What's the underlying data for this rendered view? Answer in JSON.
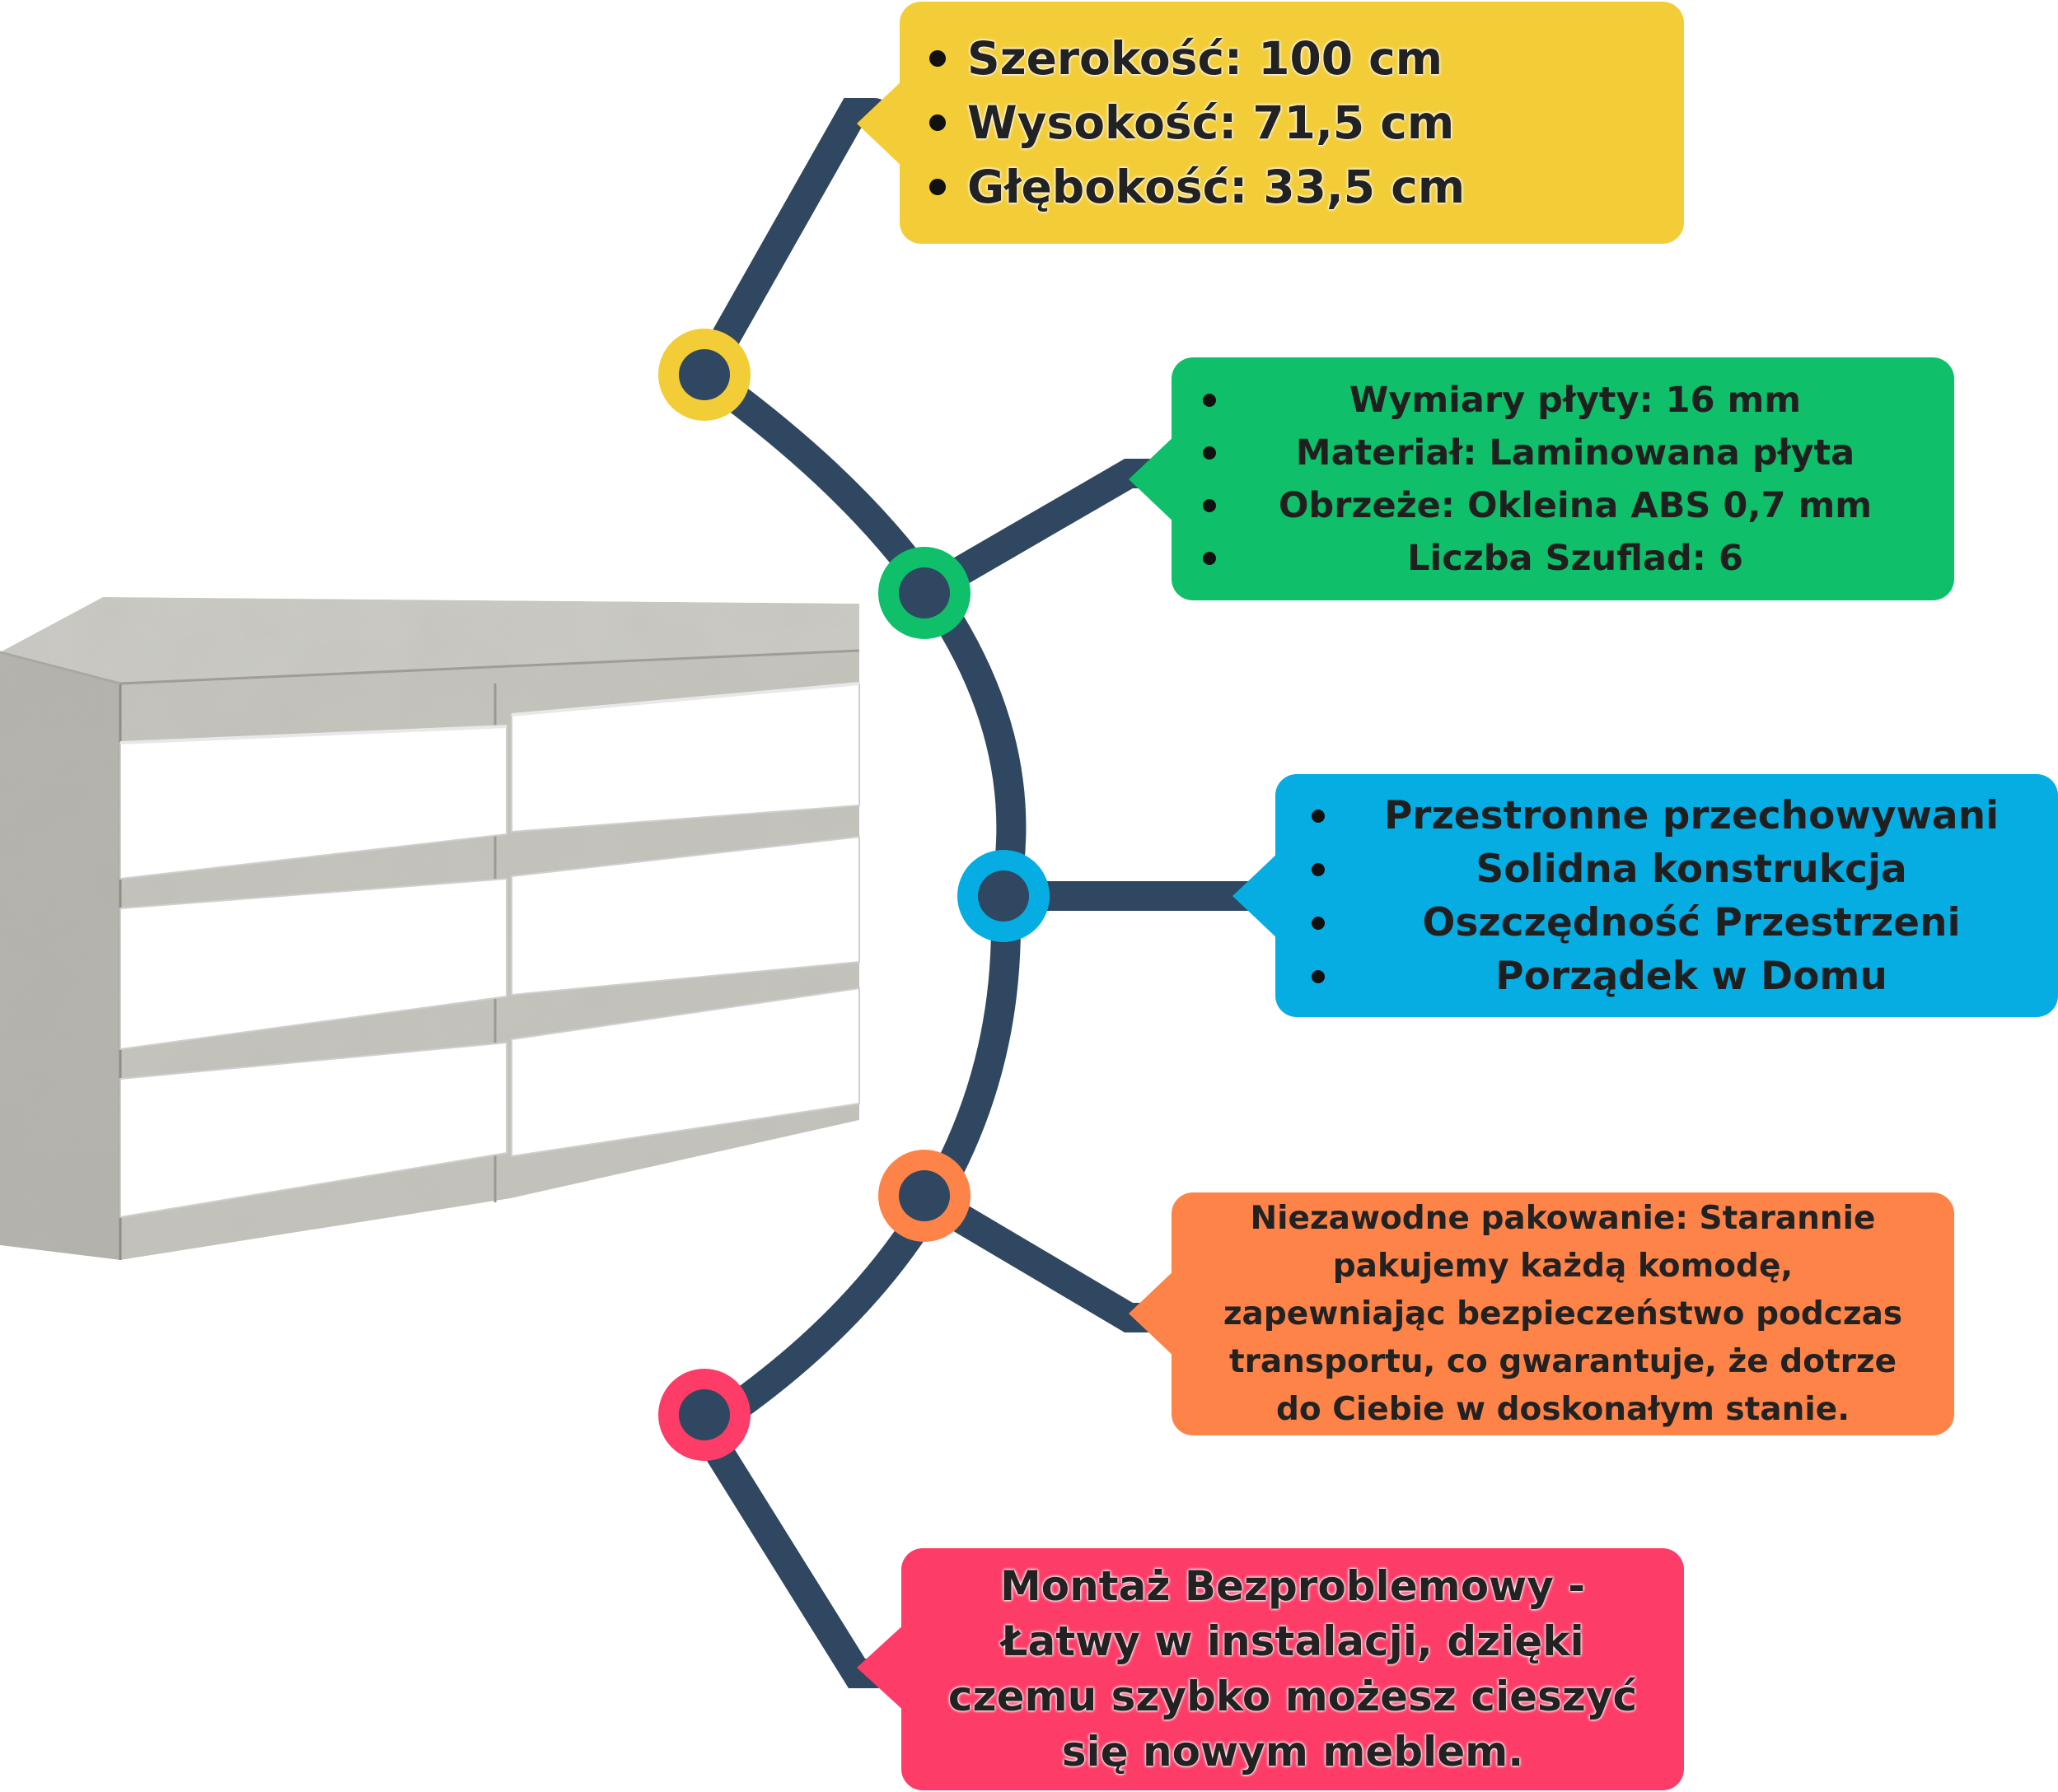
{
  "colors": {
    "line": "#2f4760",
    "yellow": "#f3cd38",
    "green": "#0fbf6a",
    "blue": "#06ade3",
    "orange": "#fe8348",
    "pink": "#fd3c67",
    "concrete": "#bdbcb5",
    "drawer_front": "#ffffff"
  },
  "product_image": {
    "icon": "dresser-icon"
  },
  "dimensions": {
    "items": [
      "Szerokość: 100 cm",
      "Wysokość: 71,5 cm",
      "Głębokość: 33,5 cm"
    ]
  },
  "materials": {
    "items": [
      "Wymiary płyty: 16 mm",
      "Materiał: Laminowana płyta",
      "Obrzeże: Okleina ABS 0,7 mm",
      "Liczba Szuflad: 6"
    ]
  },
  "benefits": {
    "items": [
      "Przestronne przechowywani",
      "Solidna konstrukcja",
      "Oszczędność Przestrzeni",
      "Porządek w Domu"
    ]
  },
  "packing": {
    "text": "Niezawodne pakowanie: Starannie pakujemy każdą komodę, zapewniając bezpieczeństwo podczas transportu, co gwarantuje, że dotrze do Ciebie w doskonałym stanie."
  },
  "assembly": {
    "text": "Montaż Bezproblemowy - Łatwy w instalacji, dzięki czemu szybko możesz cieszyć się nowym meblem."
  }
}
